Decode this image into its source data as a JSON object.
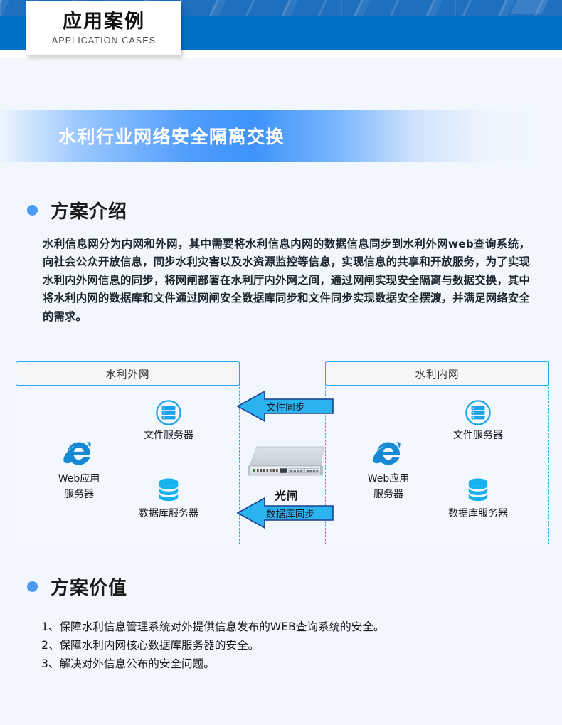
{
  "header": {
    "plate_cn": "应用案例",
    "plate_en": "APPLICATION CASES"
  },
  "banner": {
    "title": "水利行业网络安全隔离交换"
  },
  "sections": {
    "intro": {
      "heading": "方案介绍",
      "paragraph": "水利信息网分为内网和外网，其中需要将水利信息内网的数据信息同步到水利外网web查询系统，向社会公众开放信息，同步水利灾害以及水资源监控等信息，实现信息的共享和开放服务，为了实现水利内外网信息的同步，将网闸部署在水利厅内外网之间，通过网闸实现安全隔离与数据交换，其中将水利内网的数据库和文件通过网闸安全数据库同步和文件同步实现数据安全摆渡，并满足网络安全的需求。"
    },
    "value": {
      "heading": "方案价值",
      "items": [
        "1、保障水利信息管理系统对外提供信息发布的WEB查询系统的安全。",
        "2、保障水利内网核心数据库服务器的安全。",
        "3、解决对外信息公布的安全问题。"
      ]
    }
  },
  "diagram": {
    "outer_zone": {
      "title": "水利外网",
      "nodes": {
        "web": "Web应用\n服务器",
        "web_line1": "Web应用",
        "web_line2": "服务器",
        "file": "文件服务器",
        "db": "数据库服务器"
      }
    },
    "inner_zone": {
      "title": "水利内网",
      "nodes": {
        "web_line1": "Web应用",
        "web_line2": "服务器",
        "file": "文件服务器",
        "db": "数据库服务器"
      }
    },
    "gateway": {
      "label": "光闸"
    },
    "arrows": {
      "file_sync": "文件同步",
      "db_sync": "数据库同步"
    }
  },
  "colors": {
    "header_band": "#0071c5",
    "header_pattern": "#1f6fbf",
    "accent_blue": "#4a9cf5",
    "icon_blue": "#1aa3e8",
    "arrow_fill": "#2bb3f0",
    "arrow_stroke": "#1b3f8f",
    "zone_border": "#29a8e8",
    "page_bg": "#f2f7fd"
  }
}
